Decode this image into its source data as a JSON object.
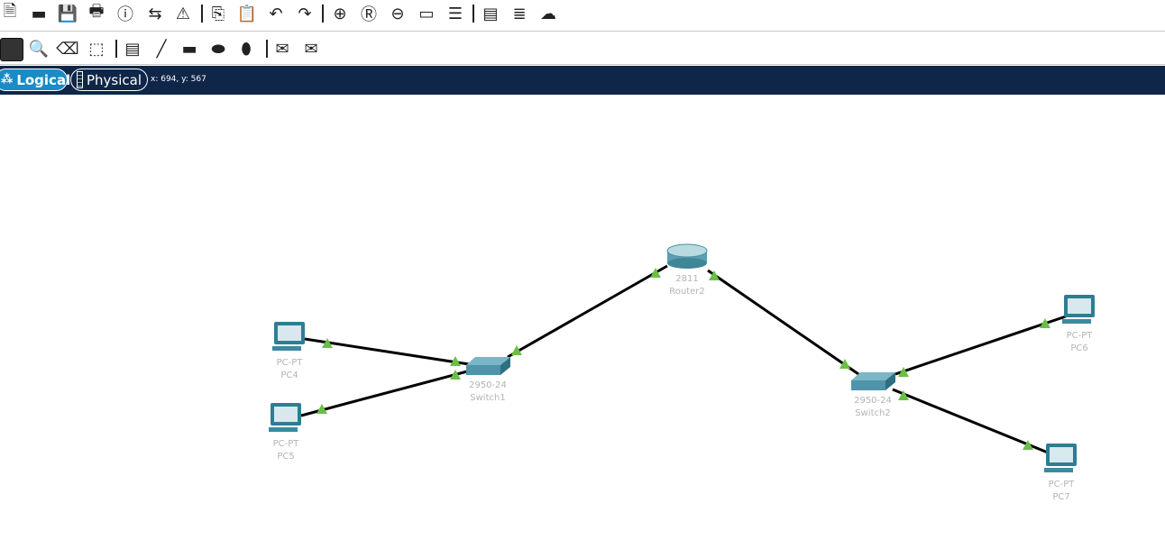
{
  "toolbar_top": [
    "new-file-icon",
    "open-folder-icon",
    "save-icon",
    "print-icon",
    "info-icon",
    "activity-wizard-icon",
    "custom-device-icon",
    "copy-icon",
    "paste-icon",
    "undo-icon",
    "redo-icon",
    "zoom-in-icon",
    "zoom-reset-icon",
    "zoom-out-icon",
    "drawing-palette-icon",
    "custom-devices-dialog-icon",
    "network-information-icon",
    "server-rack-icon",
    "cloud-view-icon"
  ],
  "toolbar_bottom": [
    "select-icon",
    "inspect-icon",
    "delete-icon",
    "resize-icon",
    "note-icon",
    "line-icon",
    "rectangle-icon",
    "ellipse-icon",
    "freeform-icon",
    "simple-pdu-icon",
    "complex-pdu-icon"
  ],
  "view_tabs": {
    "logical": "Logical",
    "physical": "Physical"
  },
  "cursor_coords": "x: 694, y: 567",
  "colors": {
    "nav_bar": "#0f2649",
    "active_tab": "#1a8bc4",
    "link_up": "#6abf45"
  },
  "devices": [
    {
      "id": "router2",
      "model": "2811",
      "name": "Router2",
      "type": "router"
    },
    {
      "id": "switch1",
      "model": "2950-24",
      "name": "Switch1",
      "type": "switch"
    },
    {
      "id": "switch2",
      "model": "2950-24",
      "name": "Switch2",
      "type": "switch"
    },
    {
      "id": "pc4",
      "model": "PC-PT",
      "name": "PC4",
      "type": "pc"
    },
    {
      "id": "pc5",
      "model": "PC-PT",
      "name": "PC5",
      "type": "pc"
    },
    {
      "id": "pc6",
      "model": "PC-PT",
      "name": "PC6",
      "type": "pc"
    },
    {
      "id": "pc7",
      "model": "PC-PT",
      "name": "PC7",
      "type": "pc"
    }
  ],
  "links": [
    [
      "pc4",
      "switch1"
    ],
    [
      "pc5",
      "switch1"
    ],
    [
      "switch1",
      "router2"
    ],
    [
      "router2",
      "switch2"
    ],
    [
      "switch2",
      "pc6"
    ],
    [
      "switch2",
      "pc7"
    ]
  ]
}
